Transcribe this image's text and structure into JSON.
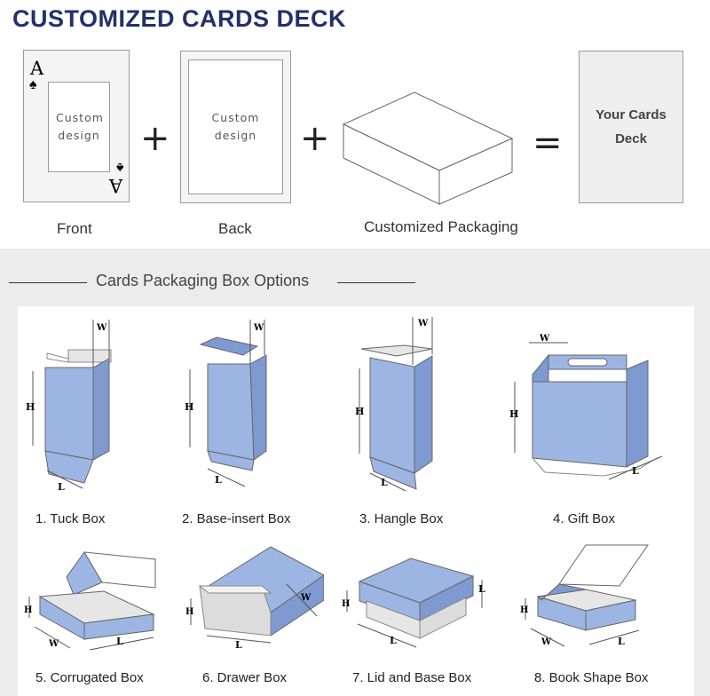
{
  "title": "CUSTOMIZED CARDS DECK",
  "front_card": {
    "corner_rank": "A",
    "corner_suit": "♠",
    "design_text": "Custom design",
    "label": "Front"
  },
  "back_card": {
    "design_text": "Custom design",
    "label": "Back"
  },
  "packaging": {
    "label": "Customized Packaging"
  },
  "operators": {
    "plus": "+",
    "equals": "="
  },
  "result": {
    "text": "Your Cards Deck"
  },
  "options": {
    "heading": "Cards Packaging Box Options",
    "items": [
      {
        "caption": "1. Tuck Box",
        "icon": "tuck-box-icon"
      },
      {
        "caption": "2. Base-insert Box",
        "icon": "base-insert-box-icon"
      },
      {
        "caption": "3. Hangle Box",
        "icon": "hangle-box-icon"
      },
      {
        "caption": "4. Gift Box",
        "icon": "gift-box-icon"
      },
      {
        "caption": "5. Corrugated Box",
        "icon": "corrugated-box-icon"
      },
      {
        "caption": "6. Drawer Box",
        "icon": "drawer-box-icon"
      },
      {
        "caption": "7. Lid and Base Box",
        "icon": "lid-base-box-icon"
      },
      {
        "caption": "8. Book Shape Box",
        "icon": "book-shape-box-icon"
      }
    ]
  },
  "dimension_labels": {
    "w": "W",
    "h": "H",
    "l": "L"
  },
  "colors": {
    "title": "#23306b",
    "box_blue": "#9db5e2",
    "box_blue_dark": "#7e9ad0"
  }
}
